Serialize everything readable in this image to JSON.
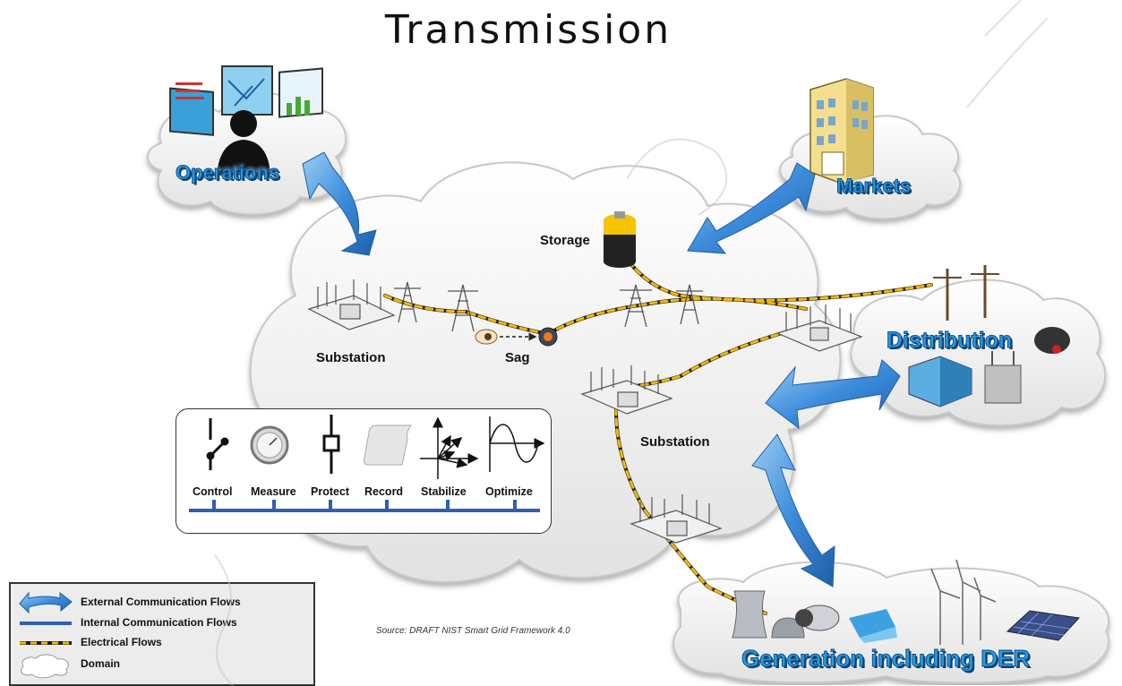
{
  "title": "Transmission",
  "domains": {
    "operations": "Operations",
    "markets": "Markets",
    "distribution": "Distribution",
    "generation": "Generation including DER"
  },
  "nodes": {
    "storage": "Storage",
    "substation_left": "Substation",
    "sag": "Sag",
    "substation_right": "Substation"
  },
  "functions": [
    "Control",
    "Measure",
    "Protect",
    "Record",
    "Stabilize",
    "Optimize"
  ],
  "legend": {
    "external": "External Communication Flows",
    "internal": "Internal Communication Flows",
    "electrical": "Electrical Flows",
    "domain": "Domain"
  },
  "source": "Source:  DRAFT NIST Smart Grid Framework 4.0",
  "colors": {
    "arrow": "#4a90d9",
    "arrow_dark": "#1e5fa8",
    "electrical": "#f5b800",
    "bus": "#2f5fb0",
    "domain_text": "#2a9ae0"
  },
  "icons": [
    "monitors-icon",
    "operator-icon",
    "market-building-icon",
    "battery-icon",
    "substation-icon",
    "tower-icon",
    "eye-icon",
    "sensor-icon",
    "utility-pole-icon",
    "transformer-icon",
    "cooling-tower-icon",
    "turbine-icon",
    "hydro-icon",
    "wind-turbine-icon",
    "solar-panel-icon"
  ]
}
